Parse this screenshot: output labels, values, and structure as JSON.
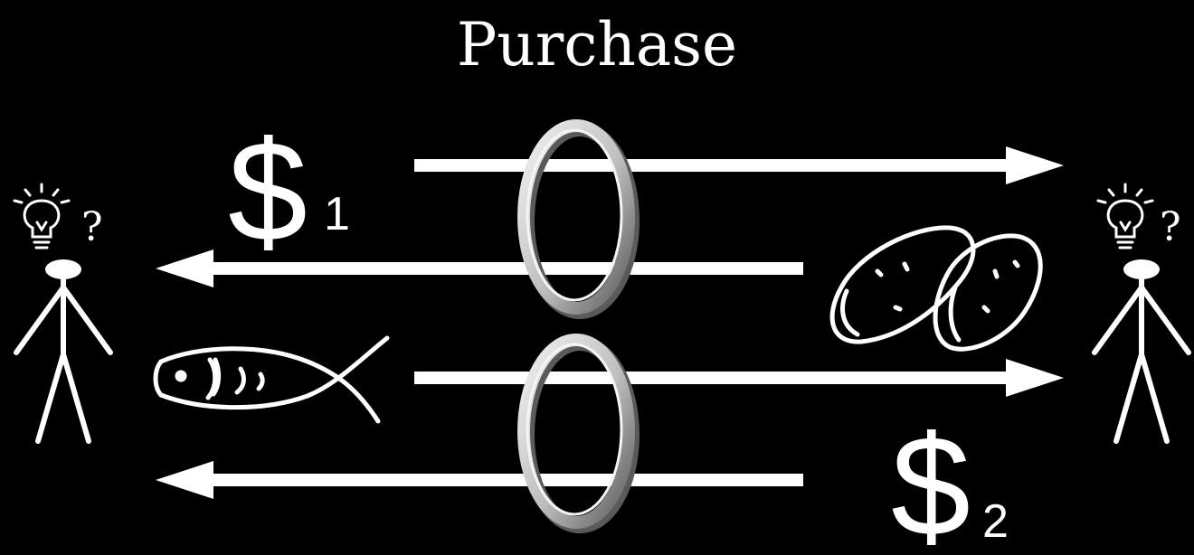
{
  "title": "Purchase",
  "exchanges": [
    {
      "symbol": "$",
      "subscript": "1"
    },
    {
      "symbol": "$",
      "subscript": "2"
    }
  ],
  "agents": [
    {
      "question": "?"
    },
    {
      "question": "?"
    }
  ],
  "colors": {
    "background": "#000000",
    "foreground": "#ffffff",
    "ring_light": "#e6e6e6",
    "ring_dark": "#6e6e6e"
  },
  "icons": {
    "left_agent": "stick-figure-with-lightbulb-icon",
    "right_agent": "stick-figure-with-lightbulb-icon",
    "goods_left": "fish-icon",
    "goods_right": "potatoes-icon",
    "link": "ring-icon"
  }
}
